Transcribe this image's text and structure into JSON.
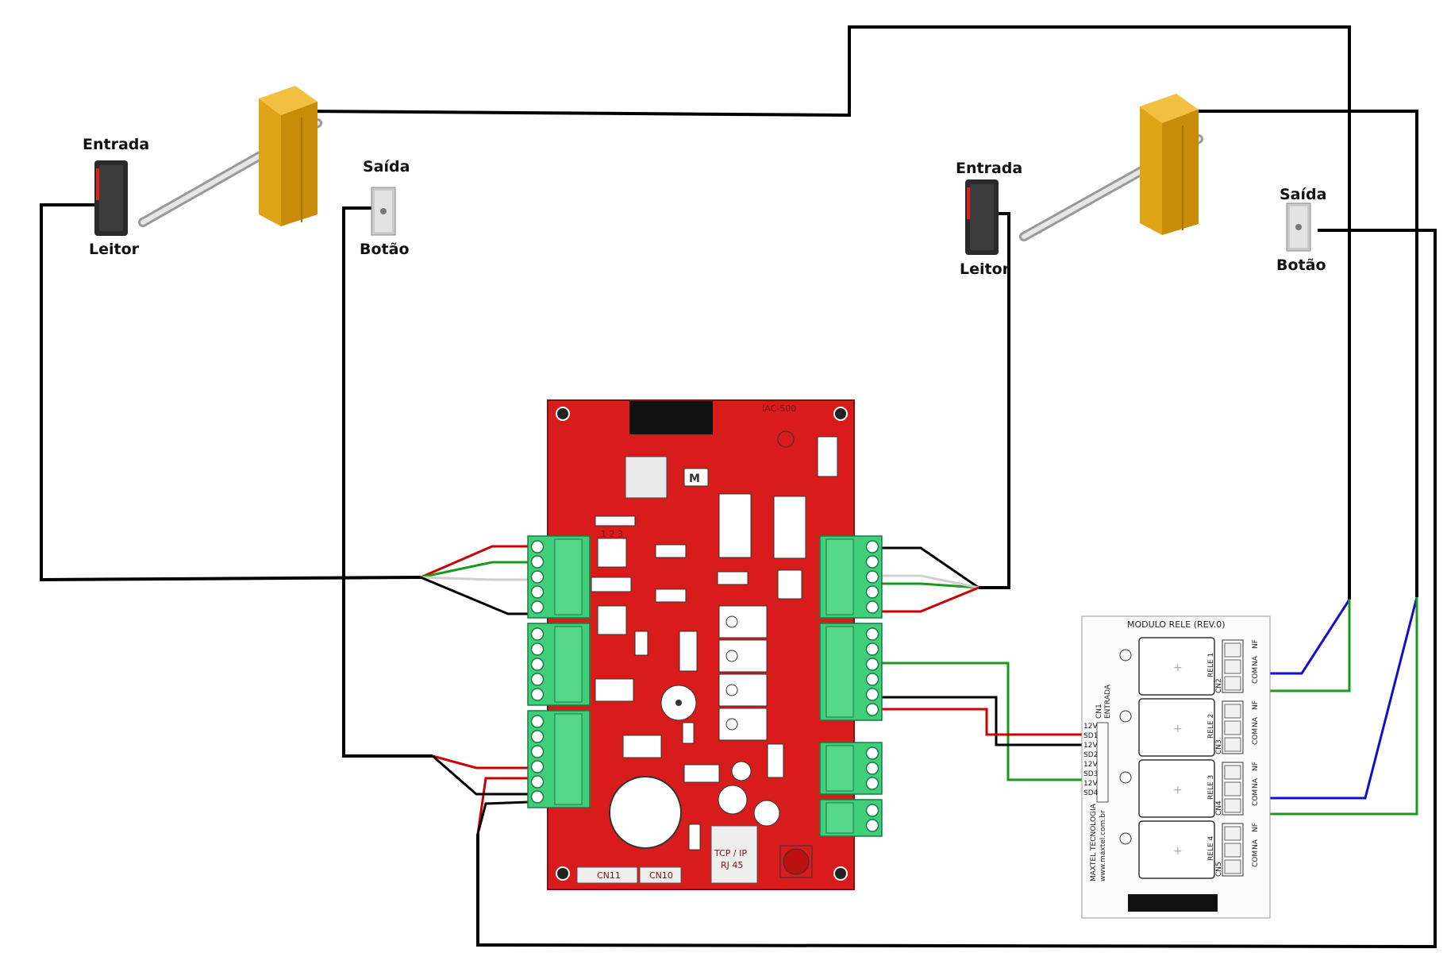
{
  "labels": {
    "entrada_left": "Entrada",
    "leitor_left": "Leitor",
    "saida_left": "Saída",
    "botao_left": "Botão",
    "entrada_right": "Entrada",
    "leitor_right": "Leitor",
    "saida_right": "Saída",
    "botao_right": "Botão"
  },
  "controller": {
    "model": "IAC-500",
    "port_main": "TCP / IP",
    "port_sub": "RJ 45",
    "cn11": "CN11",
    "cn10": "CN10",
    "pin_numbers": "1 2 3"
  },
  "relay_module": {
    "title": "MODULO RELE (REV.0)",
    "cn1": "CN1",
    "entrada": "ENTRADA",
    "pins": [
      "12V",
      "SD1",
      "12V",
      "SD2",
      "12V",
      "SD3",
      "12V",
      "SD4"
    ],
    "relays": [
      "RELE 1",
      "RELE 2",
      "RELE 3",
      "RELE 4"
    ],
    "connectors": [
      "CN2",
      "CN3",
      "CN4",
      "CN5"
    ],
    "contact_labels": [
      "NF",
      "NA",
      "COM"
    ],
    "maker": "MAXTEL TECNOLOGIA",
    "site": "www.maxtel.com.br"
  },
  "colors": {
    "pcb": "#d81b1b",
    "terminal": "#3fcf7a",
    "barrier": "#e0a419",
    "wire_black": "#000000",
    "wire_red": "#cc0000",
    "wire_green": "#1a9a1a",
    "wire_blue": "#1010cc",
    "wire_white": "#cfcfcf"
  }
}
